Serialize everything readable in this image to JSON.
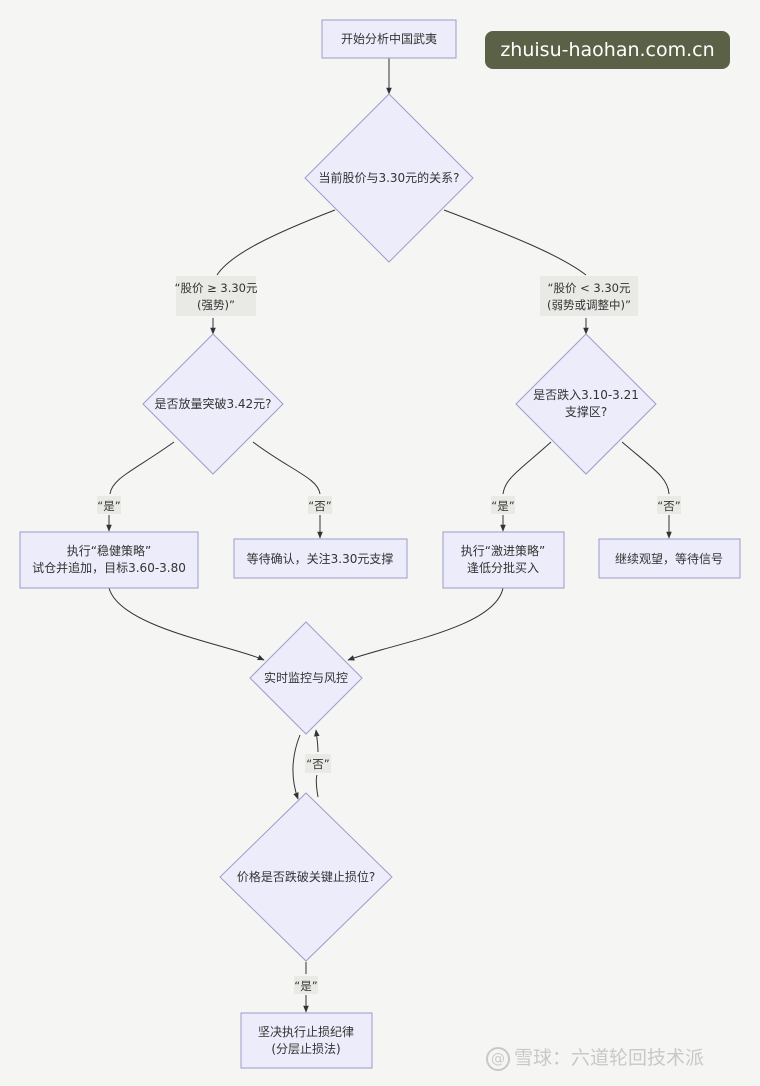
{
  "nodes": {
    "start": [
      "开始分析中国武夷"
    ],
    "q_price": [
      "当前股价与3.30元的关系?"
    ],
    "q_volume": [
      "是否放量突破3.42元?"
    ],
    "q_support": [
      "是否跌入3.10-3.21",
      "支撑区?"
    ],
    "a_steady": [
      "执行“稳健策略”",
      "试仓并追加，目标3.60-3.80"
    ],
    "a_wait_confirm": [
      "等待确认，关注3.30元支撑"
    ],
    "a_aggressive": [
      "执行“激进策略”",
      "逢低分批买入"
    ],
    "a_watch": [
      "继续观望，等待信号"
    ],
    "monitor": [
      "实时监控与风控"
    ],
    "q_stoploss": [
      "价格是否跌破关键止损位?"
    ],
    "a_stoploss": [
      "坚决执行止损纪律",
      "(分层止损法)"
    ]
  },
  "edge_labels": {
    "strong": [
      "“股价 ≥ 3.30元",
      "(强势)”"
    ],
    "weak": [
      "“股价 < 3.30元",
      "(弱势或调整中)”"
    ],
    "vol_yes": [
      "“是”"
    ],
    "vol_no": [
      "“否”"
    ],
    "sup_yes": [
      "“是”"
    ],
    "sup_no": [
      "“否”"
    ],
    "stop_no": [
      "“否”"
    ],
    "stop_yes": [
      "“是”"
    ]
  },
  "watermark": "zhuisu-haohan.com.cn",
  "footer": {
    "logo_glyph": "@",
    "text": "雪球：六道轮回技术派"
  }
}
